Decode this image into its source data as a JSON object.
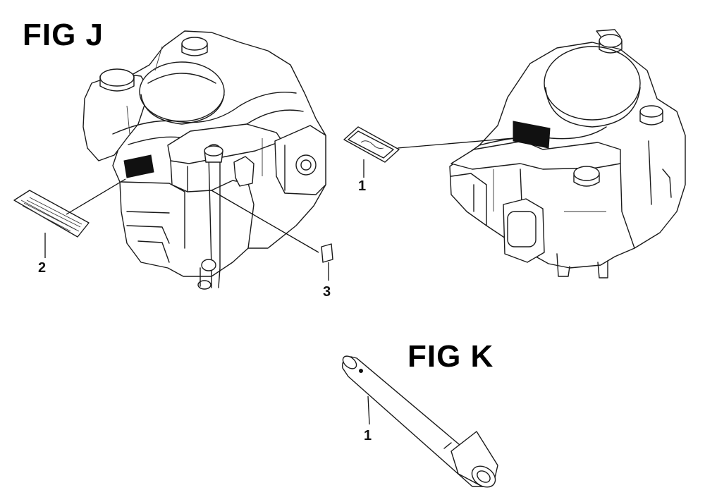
{
  "figures": {
    "fig_j": {
      "title": "FIG J",
      "callouts": [
        "2",
        "3",
        "1"
      ]
    },
    "fig_k": {
      "title": "FIG K",
      "callouts": [
        "1"
      ]
    }
  },
  "colors": {
    "line": "#1a1a1a",
    "background": "#ffffff",
    "label_fill": "#111111"
  }
}
